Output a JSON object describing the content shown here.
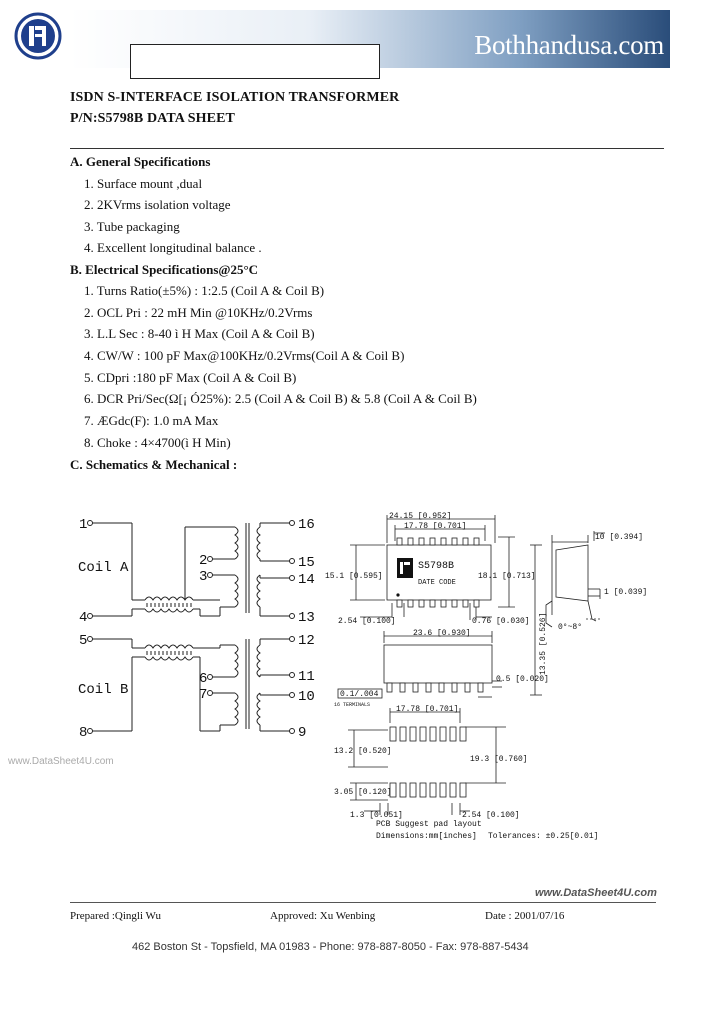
{
  "header": {
    "brand": "Bothhandusa.com",
    "colors": {
      "bar_light": "#e9eff6",
      "bar_dark": "#2a4d7a",
      "logo_blue": "#1f3f8c"
    }
  },
  "title": {
    "line1": "ISDN S-INTERFACE  ISOLATION  TRANSFORMER",
    "line2": "P/N:S5798B DATA SHEET"
  },
  "sections": {
    "general": {
      "heading": "A. General Specifications",
      "items": [
        "1. Surface mount ,dual",
        "2. 2KVrms isolation voltage",
        "3. Tube packaging",
        "4. Excellent longitudinal balance ."
      ]
    },
    "electrical": {
      "heading": "B. Electrical Specifications@25°C",
      "items": [
        "1. Turns Ratio(±5%) : 1:2.5 (Coil A & Coil B)",
        "2. OCL Pri : 22 mH Min @10KHz/0.2Vrms",
        "3. L.L Sec : 8-40 ì H Max (Coil A & Coil B)",
        "4. CW/W : 100 pF Max@100KHz/0.2Vrms(Coil A & Coil B)",
        "5. CDpri :180 pF Max (Coil A & Coil B)",
        "6. DCR Pri/Sec(Ω[¡ Ó25%): 2.5 (Coil A & Coil B) & 5.8 (Coil A & Coil B)",
        "7. ÆGdc(F): 1.0 mA Max",
        "8. Choke : 4×4700(ì H Min)"
      ]
    },
    "schematics": {
      "heading": "C. Schematics & Mechanical :"
    }
  },
  "schematic": {
    "coil_a": "Coil A",
    "coil_b": "Coil B",
    "left_pins": [
      "1",
      "4",
      "5",
      "8"
    ],
    "mid_pins": [
      "2",
      "3",
      "6",
      "7"
    ],
    "right_pins": [
      "16",
      "15",
      "14",
      "13",
      "12",
      "11",
      "10",
      "9"
    ]
  },
  "mechanical": {
    "top_dim": "24.15 [0.952]",
    "inner_dim": "17.78 [0.701]",
    "height_left": "15.1 [0.595]",
    "height_right": "18.1 [0.713]",
    "part_mark": "S5798B",
    "date_code": "DATE CODE",
    "pitch": "2.54 [0.100]",
    "pad": "0.76 [0.030]",
    "side_top": "10 [0.394]",
    "side_lead": "1 [0.039]",
    "side_angle": "0°~8°",
    "side_height": "13.35 [0.526]",
    "body_len": "23.6 [0.930]",
    "standoff": "0.5 [0.020]",
    "coplanarity": "0.1/.004",
    "coplanarity_note": "16 TERMINALS",
    "pcb_pitch": "17.78 [0.701]",
    "pcb_inner": "13.2 [0.520]",
    "pcb_outer": "19.3 [0.760]",
    "pcb_pad_h": "3.05 [0.120]",
    "pcb_pad_w": "1.3 [0.051]",
    "pcb_pitch2": "2.54 [0.100]",
    "pcb_caption": "PCB Suggest pad layout",
    "dims_label": "Dimensions:mm[inches]",
    "tolerance": "Tolerances: ±0.25[0.01]"
  },
  "footer": {
    "prepared": "Prepared :Qingli Wu",
    "approved": "Approved:  Xu  Wenbing",
    "date": "Date : 2001/07/16",
    "address": "462 Boston St - Topsfield, MA 01983 - Phone: 978-887-8050 - Fax: 978-887-5434",
    "watermark_right": "www.DataSheet4U.com",
    "watermark_left": "www.DataSheet4U.com"
  }
}
